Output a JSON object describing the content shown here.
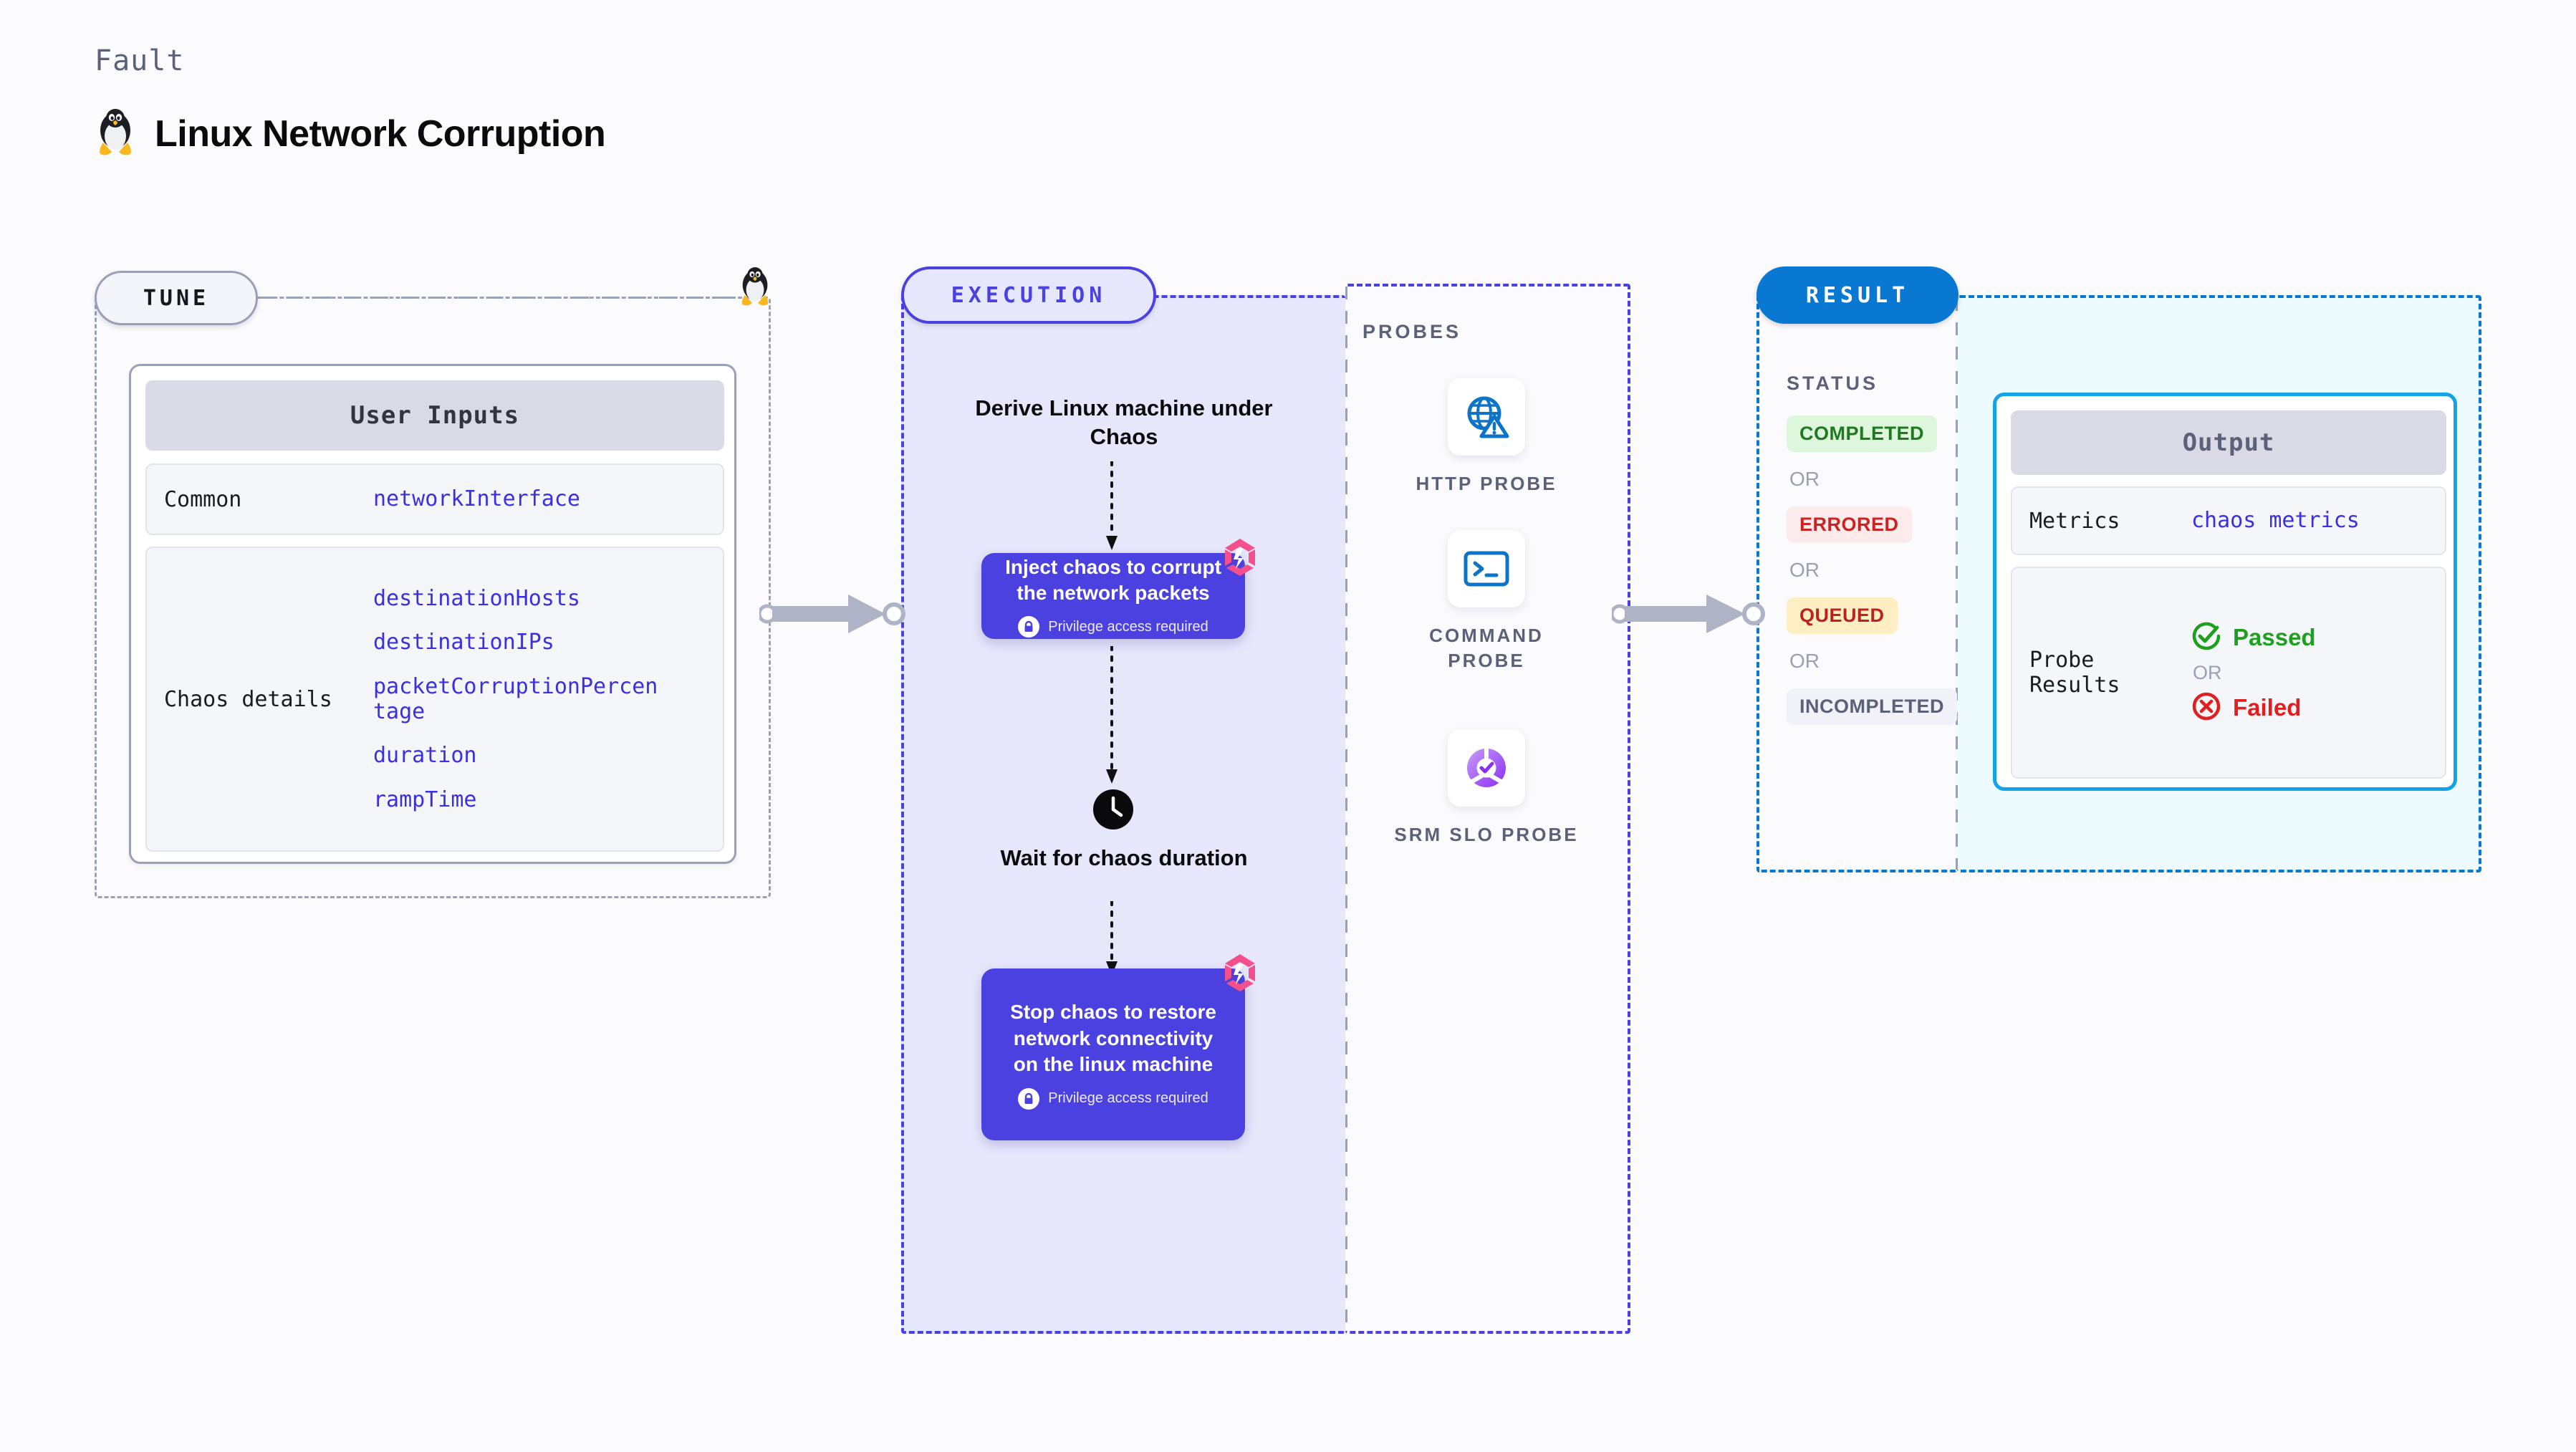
{
  "header": {
    "kicker": "Fault",
    "title": "Linux Network Corruption",
    "icon": "tux-penguin-icon"
  },
  "tune": {
    "badge": "TUNE",
    "icon": "tux-penguin-icon",
    "card_title": "User Inputs",
    "rows": [
      {
        "key": "Common",
        "values": [
          "networkInterface"
        ]
      },
      {
        "key": "Chaos details",
        "values": [
          "destinationHosts",
          "destinationIPs",
          "packetCorruptionPercentage",
          "duration",
          "rampTime"
        ]
      }
    ]
  },
  "execution": {
    "badge": "EXECUTION",
    "steps": [
      {
        "type": "title",
        "text": "Derive Linux machine under Chaos"
      },
      {
        "type": "node",
        "text": "Inject chaos to corrupt the network packets",
        "privilege": "Privilege access required",
        "badge_icon": "litmus-logo-icon",
        "lock_icon": "lock-icon"
      },
      {
        "type": "title",
        "icon": "clock-icon",
        "text": "Wait for chaos duration"
      },
      {
        "type": "node",
        "text": "Stop chaos to restore network connectivity on the linux machine",
        "privilege": "Privilege access required",
        "badge_icon": "litmus-logo-icon",
        "lock_icon": "lock-icon"
      }
    ]
  },
  "probes": {
    "label": "PROBES",
    "items": [
      {
        "icon": "globe-warning-icon",
        "label": "HTTP PROBE"
      },
      {
        "icon": "terminal-prompt-icon",
        "label": "COMMAND PROBE"
      },
      {
        "icon": "slo-donut-check-icon",
        "label": "SRM SLO PROBE"
      }
    ]
  },
  "result": {
    "badge": "RESULT",
    "status_label": "STATUS",
    "or_label": "OR",
    "statuses": [
      {
        "text": "COMPLETED",
        "color": "#1f7a1f",
        "bg": "#ddf7dd"
      },
      {
        "text": "ERRORED",
        "color": "#cc2222",
        "bg": "#fdeaea"
      },
      {
        "text": "QUEUED",
        "color": "#bb2222",
        "bg": "#fdeec4"
      },
      {
        "text": "INCOMPLETED",
        "color": "#5b6178",
        "bg": "#f1f2f7"
      }
    ],
    "output": {
      "title": "Output",
      "metrics_key": "Metrics",
      "metrics_value": "chaos metrics",
      "probe_results_key": "Probe Results",
      "passed": "Passed",
      "failed": "Failed",
      "or_label": "OR",
      "passed_icon": "check-circle-icon",
      "failed_icon": "x-circle-icon"
    }
  },
  "colors": {
    "purple": "#4b40e0",
    "blue": "#0878d2",
    "cyan": "#12a3e8",
    "pink": "#f4518c",
    "green": "#1f9f1f",
    "red": "#e02020",
    "gray": "#9aa0b5"
  }
}
